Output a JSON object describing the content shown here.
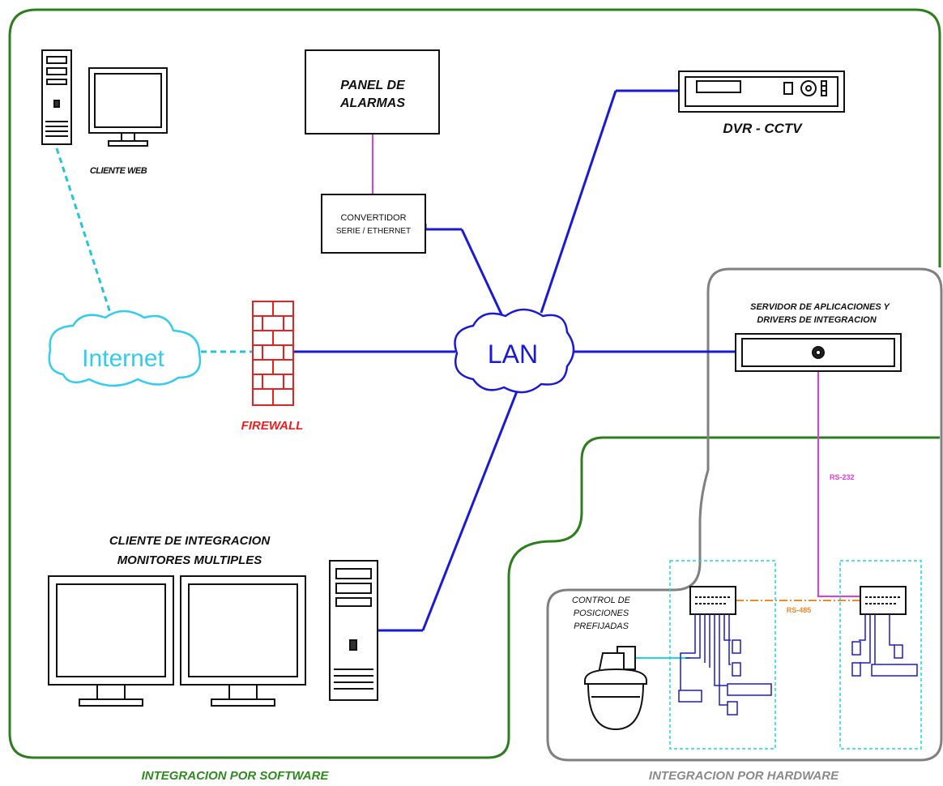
{
  "labels": {
    "panel_line1": "PANEL DE",
    "panel_line2": "ALARMAS",
    "dvr": "DVR - CCTV",
    "cliente_web": "CLIENTE WEB",
    "convertidor_line1": "CONVERTIDOR",
    "convertidor_line2": "SERIE / ETHERNET",
    "internet": "Internet",
    "lan": "LAN",
    "firewall": "FIREWALL",
    "servidor_line1": "SERVIDOR DE APLICACIONES Y",
    "servidor_line2": "DRIVERS DE INTEGRACION",
    "cliente_int_line1": "CLIENTE DE INTEGRACION",
    "cliente_int_line2": "MONITORES MULTIPLES",
    "control_line1": "CONTROL DE",
    "control_line2": "POSICIONES",
    "control_line3": "PREFIJADAS",
    "rs232": "RS-232",
    "rs485": "RS-485",
    "software": "INTEGRACION POR SOFTWARE",
    "hardware": "INTEGRACION POR HARDWARE"
  },
  "colors": {
    "software_border": "#2e7d1f",
    "hardware_border": "#808080",
    "lan_link": "#1a1ad6",
    "internet_link": "#22c6d6",
    "serial_link": "#e23ce0",
    "rs485_link": "#f08a24",
    "firewall": "#e82020",
    "cloud": "#33ccee",
    "panel_cyan": "#22d4e8",
    "software_text": "#2e8a1f",
    "hardware_text": "#8a8a8a"
  }
}
